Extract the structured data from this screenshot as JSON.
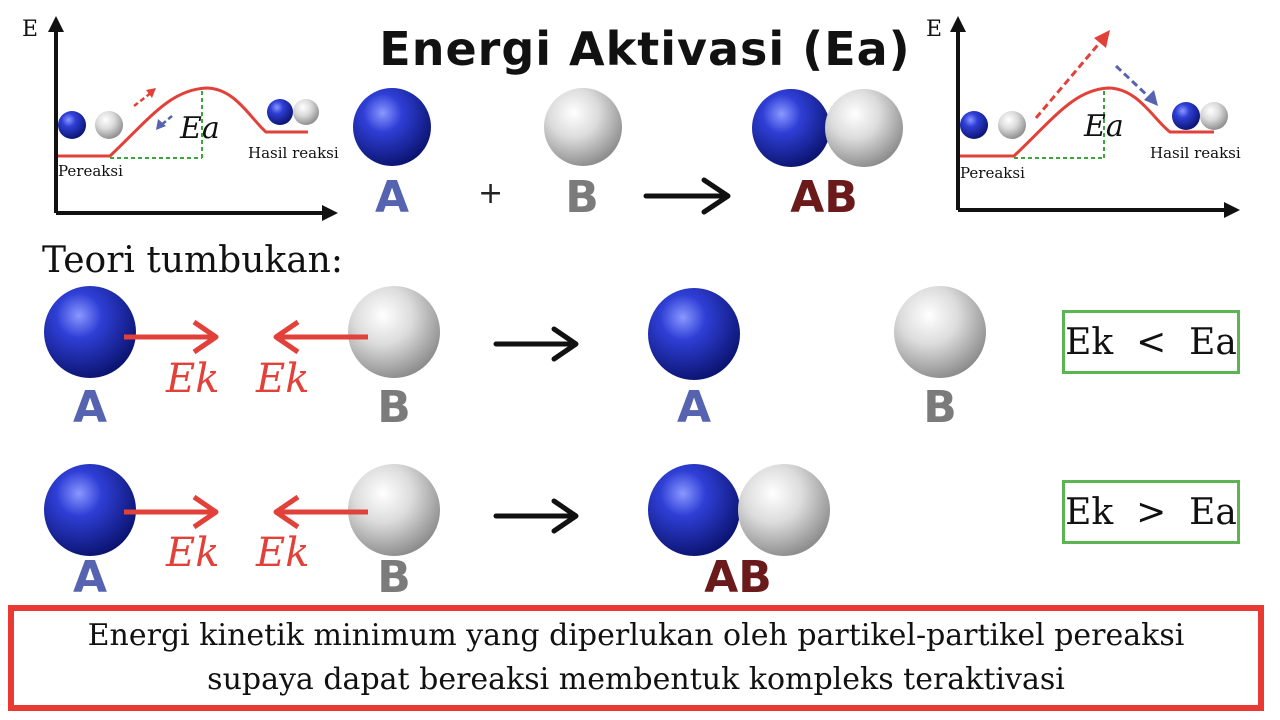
{
  "title": "Energi Aktivasi (Ea)",
  "colors": {
    "blue_label": "#5563b0",
    "gray_label": "#7b7b7b",
    "product_label": "#6a1a1a",
    "arrow_red": "#e2413a",
    "box_green": "#5ab552",
    "box_red": "#e83a33"
  },
  "left_diagram": {
    "axis_label": "E",
    "reactant_label": "Pereaksi",
    "product_label": "Hasil reaksi",
    "ea_label": "Ea"
  },
  "right_diagram": {
    "axis_label": "E",
    "reactant_label": "Pereaksi",
    "product_label": "Hasil reaksi",
    "ea_label": "Ea"
  },
  "equation": {
    "a": "A",
    "plus": "+",
    "b": "B",
    "product": "AB"
  },
  "theory_heading": "Teori tumbukan:",
  "row1": {
    "a": "A",
    "b": "B",
    "ek_left": "Ek",
    "ek_right": "Ek",
    "result_a": "A",
    "result_b": "B",
    "condition": "Ek  <  Ea"
  },
  "row2": {
    "a": "A",
    "b": "B",
    "ek_left": "Ek",
    "ek_right": "Ek",
    "result_product": "AB",
    "condition": "Ek  >  Ea"
  },
  "definition": {
    "line1": "Energi kinetik minimum yang diperlukan oleh partikel-partikel pereaksi",
    "line2": "supaya dapat bereaksi membentuk kompleks teraktivasi"
  }
}
